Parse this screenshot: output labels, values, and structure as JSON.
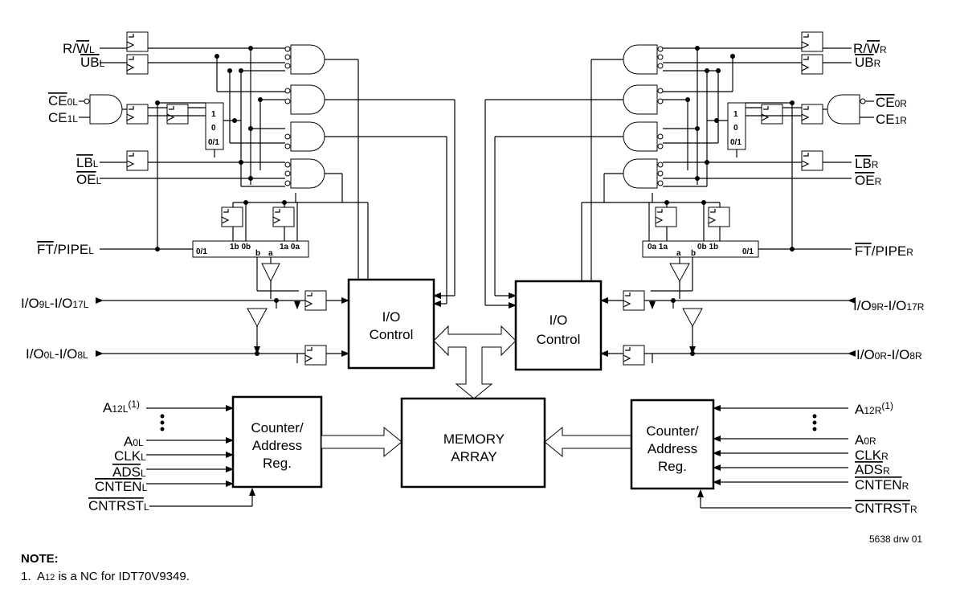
{
  "left": {
    "rw": {
      "a": "R/",
      "b": "W",
      "c": "L"
    },
    "ub": {
      "a": "UB",
      "c": "L"
    },
    "ce0": {
      "a": "CE",
      "s": "0L"
    },
    "ce1": {
      "a": "CE",
      "s": "1L"
    },
    "lb": {
      "a": "LB",
      "c": "L"
    },
    "oe": {
      "a": "OE",
      "c": "L"
    },
    "ft": {
      "a": "FT",
      "b": "/PIPE",
      "c": "L"
    },
    "io_hi": {
      "a": "I/O",
      "s1": "9L",
      "b": "-I/O",
      "s2": "17L"
    },
    "io_lo": {
      "a": "I/O",
      "s1": "0L",
      "b": "-I/O",
      "s2": "8L"
    },
    "a12": {
      "a": "A",
      "s": "12L",
      "sup": "(1)"
    },
    "a0": {
      "a": "A",
      "s": "0L"
    },
    "clk": {
      "a": "CLK",
      "c": "L"
    },
    "ads": {
      "a": "ADS",
      "c": "L"
    },
    "cnten": {
      "a": "CNTEN",
      "c": "L"
    },
    "cntrst": {
      "a": "CNTRST",
      "c": "L"
    }
  },
  "right": {
    "rw": {
      "a": "R/",
      "b": "W",
      "c": "R"
    },
    "ub": {
      "a": "UB",
      "c": "R"
    },
    "ce0": {
      "a": "CE",
      "s": "0R"
    },
    "ce1": {
      "a": "CE",
      "s": "1R"
    },
    "lb": {
      "a": "LB",
      "c": "R"
    },
    "oe": {
      "a": "OE",
      "c": "R"
    },
    "ft": {
      "a": "FT",
      "b": "/PIPE",
      "c": "R"
    },
    "io_hi": {
      "a": "I/O",
      "s1": "9R",
      "b": "-I/O",
      "s2": "17R"
    },
    "io_lo": {
      "a": "I/O",
      "s1": "0R",
      "b": "-I/O",
      "s2": "8R"
    },
    "a12": {
      "a": "A",
      "s": "12R",
      "sup": "(1)"
    },
    "a0": {
      "a": "A",
      "s": "0R"
    },
    "clk": {
      "a": "CLK",
      "c": "R"
    },
    "ads": {
      "a": "ADS",
      "c": "R"
    },
    "cnten": {
      "a": "CNTEN",
      "c": "R"
    },
    "cntrst": {
      "a": "CNTRST",
      "c": "R"
    }
  },
  "blocks": {
    "io_control": [
      "I/O",
      "Control"
    ],
    "counter": [
      "Counter/",
      "Address",
      "Reg."
    ],
    "memory": [
      "MEMORY",
      "ARRAY"
    ]
  },
  "mux": {
    "ce": [
      "1",
      "0",
      "0/1"
    ],
    "pipe_left": [
      "0/1",
      "1b 0b",
      "1a 0a",
      "b",
      "a"
    ],
    "pipe_right": [
      "0a 1a",
      "0b 1b",
      "0/1",
      "a",
      "b"
    ]
  },
  "drawing_id": "5638 drw 01",
  "note": {
    "title": "NOTE:",
    "num": "1.",
    "a": "A",
    "sub": "12",
    "text": " is a NC for IDT70V9349."
  }
}
